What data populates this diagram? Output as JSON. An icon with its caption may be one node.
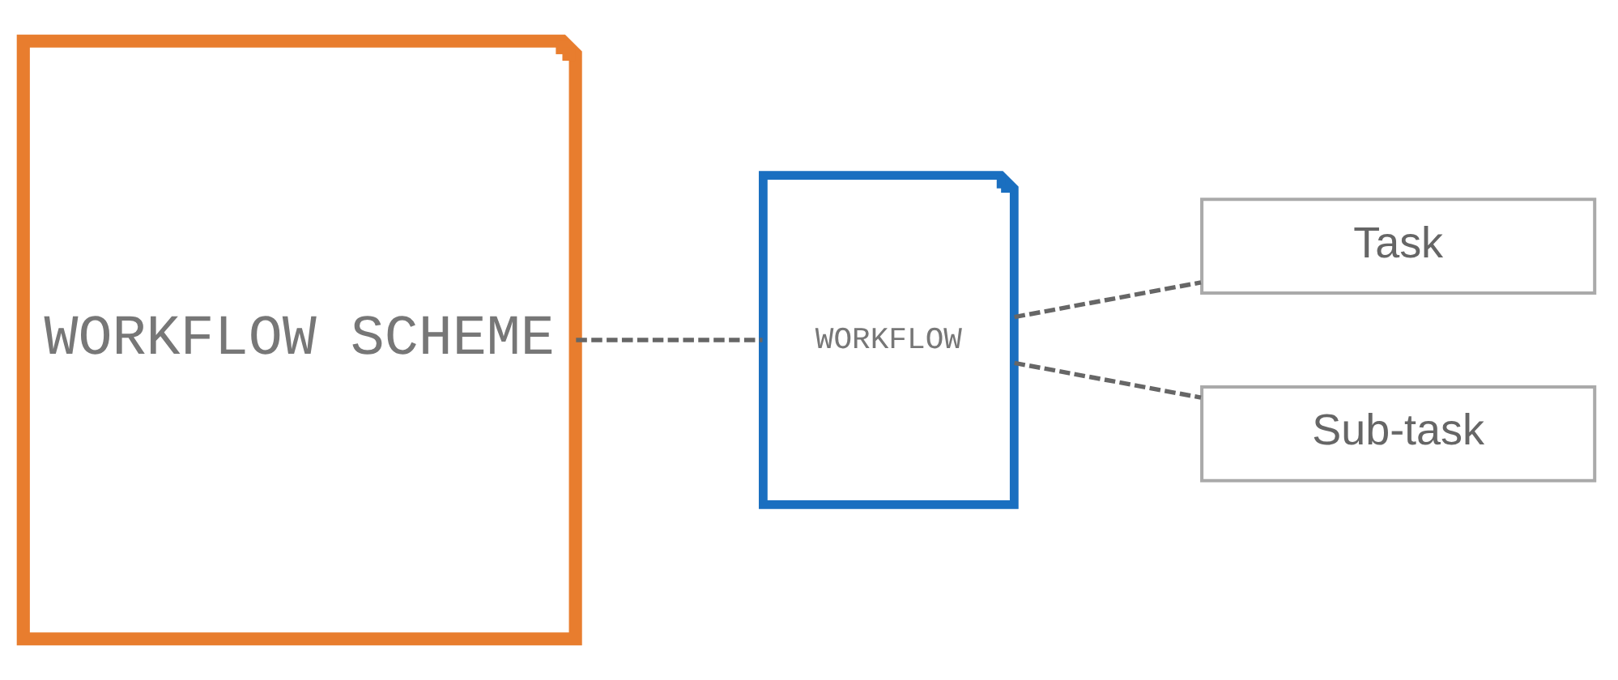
{
  "diagram": {
    "nodes": [
      {
        "text": [
          "WORKFLOW SCHEME"
        ]
      },
      {
        "text": [
          "WORKFLOW"
        ]
      },
      {
        "text": [
          "Task"
        ]
      },
      {
        "text": [
          "Sub-task"
        ]
      }
    ],
    "edges": [
      {
        "from": 0,
        "to": 1,
        "arrow": "none",
        "style": "dashed"
      },
      {
        "from": 1,
        "to": 2,
        "arrow": "none",
        "style": "dashed"
      },
      {
        "from": 1,
        "to": 3,
        "arrow": "none",
        "style": "dashed"
      }
    ]
  }
}
